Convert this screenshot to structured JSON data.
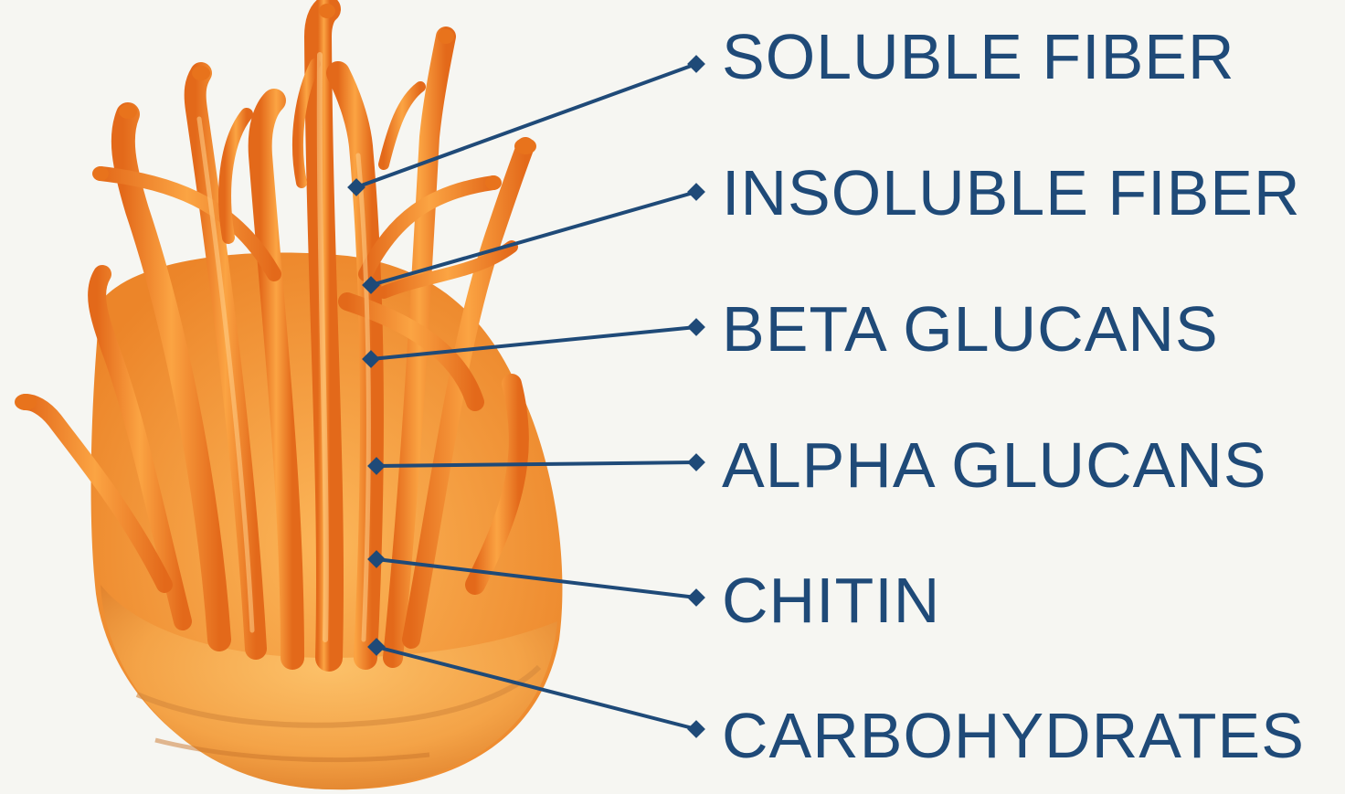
{
  "colors": {
    "background": "#f6f6f2",
    "label_text": "#1f4a78",
    "leader_line": "#1f4a78",
    "mushroom_dark": "#d9560e",
    "mushroom_mid": "#f08a2a",
    "mushroom_light": "#fbb04e"
  },
  "image": {
    "subject": "cordyceps-mushroom-cluster-illustration"
  },
  "labels": [
    {
      "text": "SOLUBLE FIBER"
    },
    {
      "text": "INSOLUBLE FIBER"
    },
    {
      "text": "BETA GLUCANS"
    },
    {
      "text": "ALPHA GLUCANS"
    },
    {
      "text": "CHITIN"
    },
    {
      "text": "CARBOHYDRATES"
    }
  ]
}
